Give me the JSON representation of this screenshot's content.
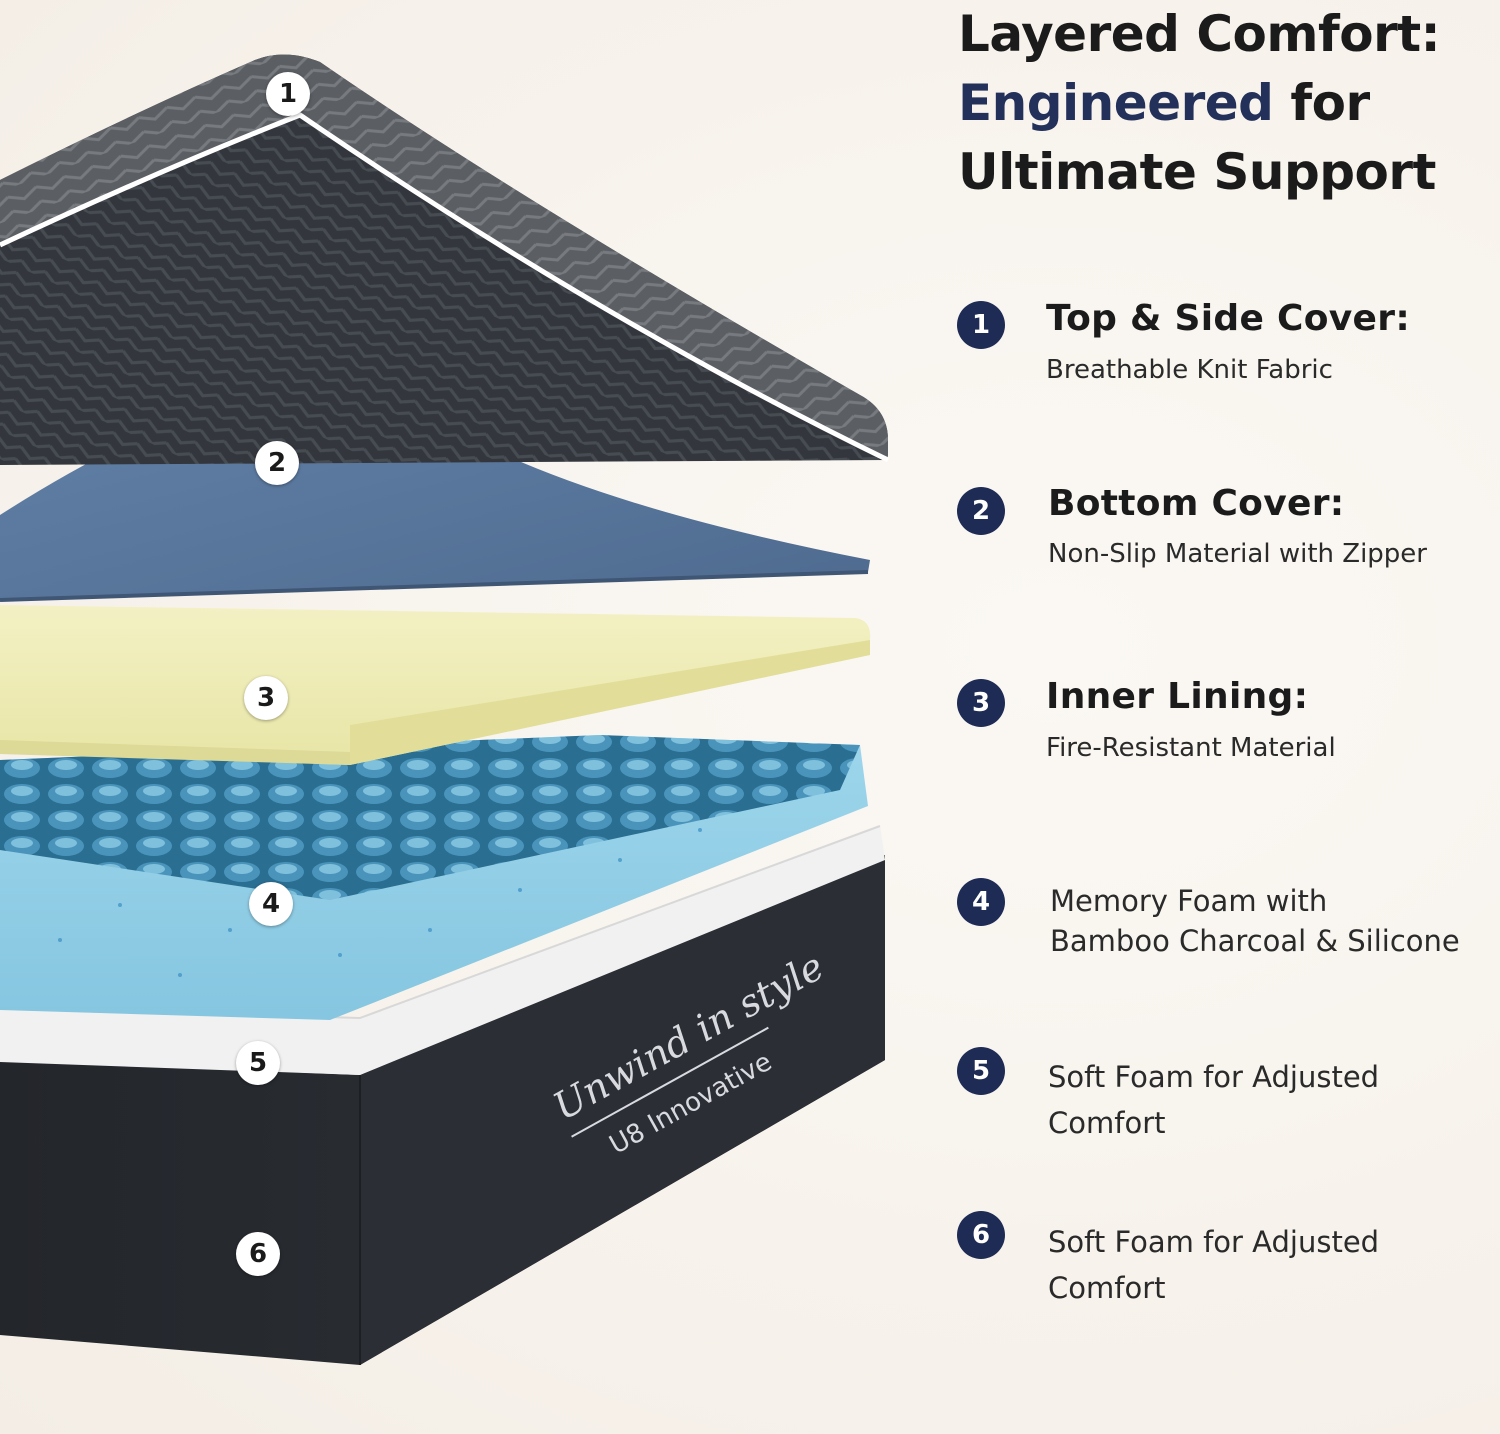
{
  "heading": {
    "line1": "Layered Comfort:",
    "line2_accent": "Engineered",
    "line2_rest": " for",
    "line3": "Ultimate Support"
  },
  "colors": {
    "accent": "#23305a",
    "badge": "#1e2b55",
    "background": "#f8f4ef",
    "cover_top": "#3b3f45",
    "cover_bottom": "#5a7498",
    "inner_lining": "#ecebb4",
    "memory_foam": "#8fcde6",
    "soft_foam": "#f2f2f2",
    "base": "#23262b"
  },
  "layers": [
    {
      "number": "1",
      "title": "Top & Side Cover:",
      "description": "Breathable Knit Fabric"
    },
    {
      "number": "2",
      "title": "Bottom Cover:",
      "description": "Non-Slip Material with Zipper"
    },
    {
      "number": "3",
      "title": "Inner Lining:",
      "description": "Fire-Resistant Material"
    },
    {
      "number": "4",
      "title": "",
      "description_line1": "Memory Foam with",
      "description_line2": "Bamboo Charcoal & Silicone"
    },
    {
      "number": "5",
      "title": "",
      "description_line1": "Soft Foam for Adjusted",
      "description_line2": "Comfort"
    },
    {
      "number": "6",
      "title": "",
      "description_line1": "Soft Foam for Adjusted",
      "description_line2": "Comfort"
    }
  ],
  "brand": {
    "tagline": "Unwind in style",
    "name": "U8 Innovative"
  }
}
